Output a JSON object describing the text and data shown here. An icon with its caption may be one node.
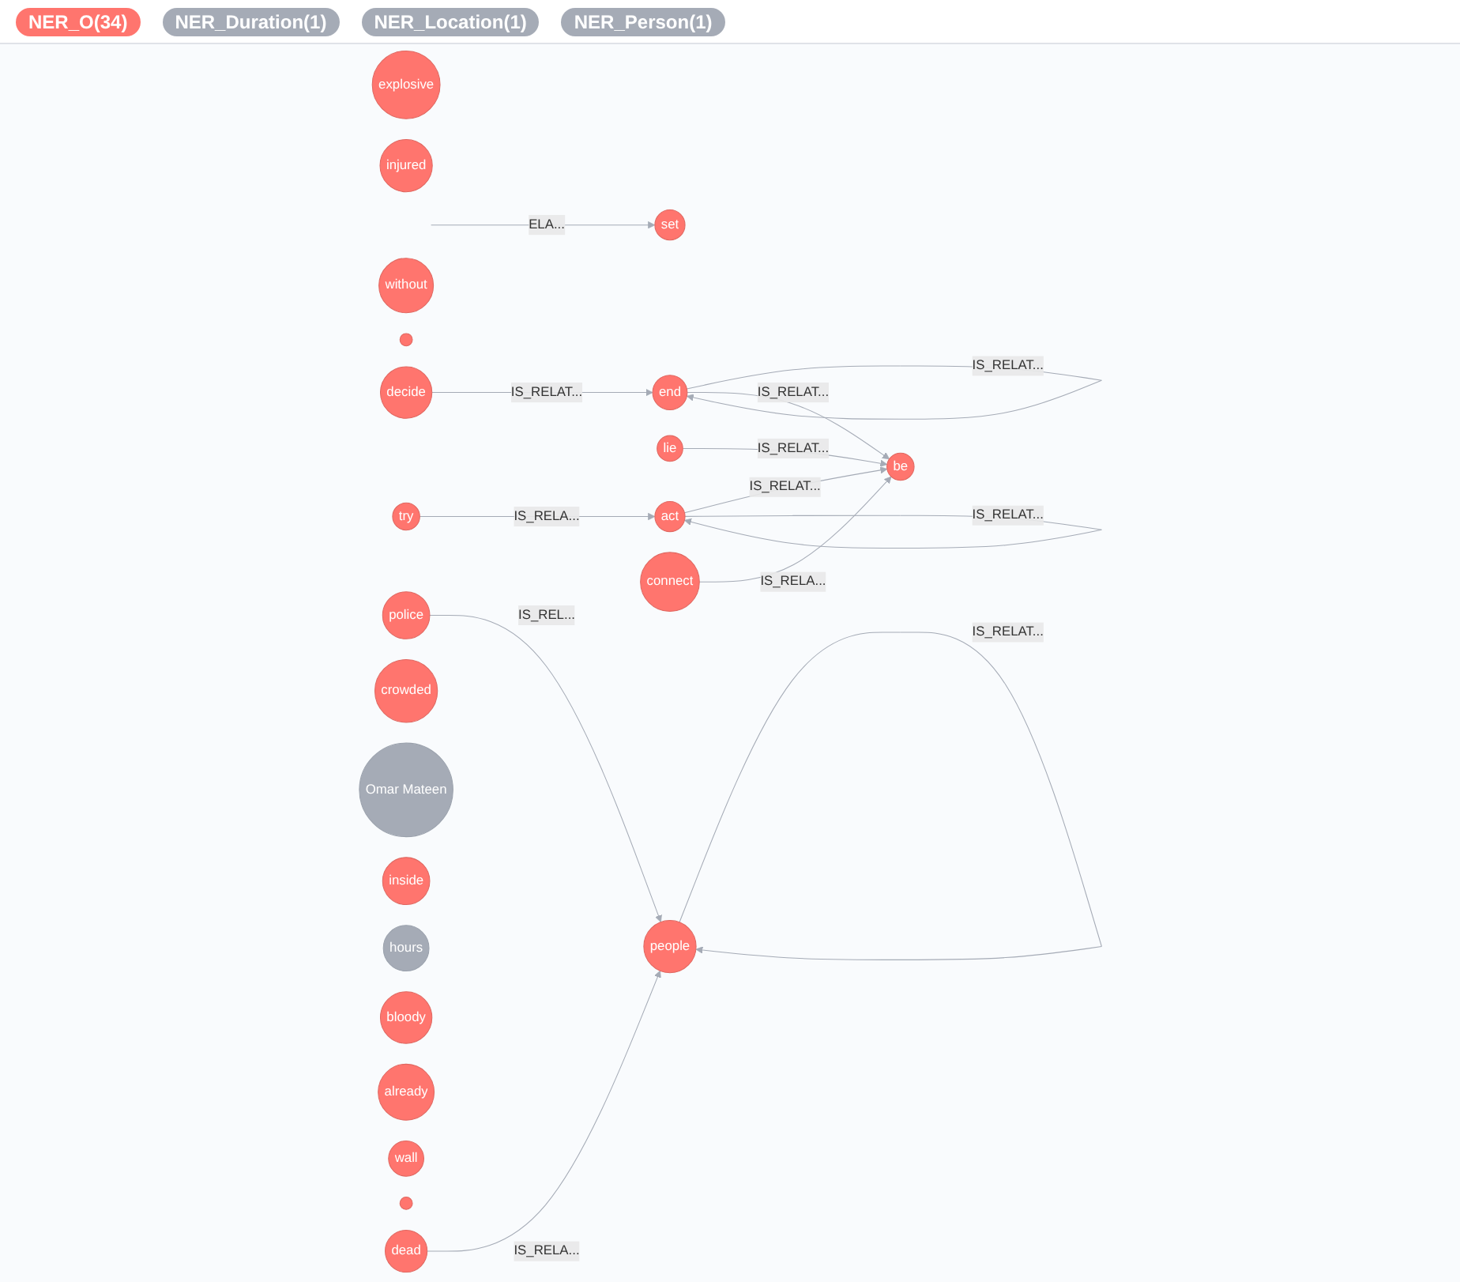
{
  "diagram": {
    "nodes": [
      {
        "text": [
          "explosive"
        ]
      },
      {
        "text": [
          "set"
        ]
      },
      {
        "text": [
          "injured"
        ]
      },
      {
        "text": [
          "decide"
        ]
      },
      {
        "text": [
          "without"
        ]
      },
      {
        "text": [],
        "shape": "circle"
      },
      {
        "text": [
          "end"
        ]
      },
      {
        "text": [
          "lie"
        ]
      },
      {
        "text": [
          "people"
        ]
      },
      {
        "text": [
          "be"
        ]
      },
      {
        "text": [
          "police"
        ]
      },
      {
        "text": [
          "connect"
        ]
      },
      {
        "text": [
          "dead"
        ]
      },
      {
        "text": [
          "try"
        ]
      },
      {
        "text": [
          "act"
        ]
      },
      {
        "text": [
          "crowded"
        ]
      },
      {
        "text": [
          "Omar Mateen"
        ]
      },
      {
        "text": [
          "inside"
        ]
      },
      {
        "text": [
          "hours"
        ]
      },
      {
        "text": [
          "bloody"
        ]
      },
      {
        "text": [
          "already"
        ]
      },
      {
        "text": [
          "wall"
        ]
      },
      {
        "text": [],
        "shape": "circle"
      }
    ],
    "edges": [
      {
        "from": null,
        "to": 1,
        "arrow": "to",
        "label": "ELA..."
      },
      {
        "from": 3,
        "to": 6,
        "arrow": "to",
        "label": "IS_RELAT..."
      },
      {
        "from": 6,
        "to": 6,
        "arrow": "to",
        "label": "IS_RELAT..."
      },
      {
        "from": 6,
        "to": 9,
        "arrow": "to",
        "label": "IS_RELAT..."
      },
      {
        "from": 7,
        "to": 9,
        "arrow": "to",
        "label": "IS_RELAT..."
      },
      {
        "from": 11,
        "to": 9,
        "arrow": "to",
        "label": "IS_RELA..."
      },
      {
        "from": 14,
        "to": 9,
        "arrow": "to",
        "label": "IS_RELAT..."
      },
      {
        "from": 13,
        "to": 14,
        "arrow": "to",
        "label": "IS_RELA..."
      },
      {
        "from": 14,
        "to": 14,
        "arrow": "to",
        "label": "IS_RELAT..."
      },
      {
        "from": 8,
        "to": 8,
        "arrow": "to",
        "label": "IS_RELAT..."
      },
      {
        "from": 10,
        "to": 8,
        "arrow": "to",
        "label": "IS_REL..."
      },
      {
        "from": 12,
        "to": 8,
        "arrow": "to",
        "label": "IS_RELA..."
      }
    ],
    "legend": [
      {
        "text": "NER_O(34)",
        "color": "#ff756e"
      },
      {
        "text": "NER_Duration(1)",
        "color": "#a5abb6"
      },
      {
        "text": "NER_Location(1)",
        "color": "#a5abb6"
      },
      {
        "text": "NER_Person(1)",
        "color": "#a5abb6"
      }
    ]
  }
}
